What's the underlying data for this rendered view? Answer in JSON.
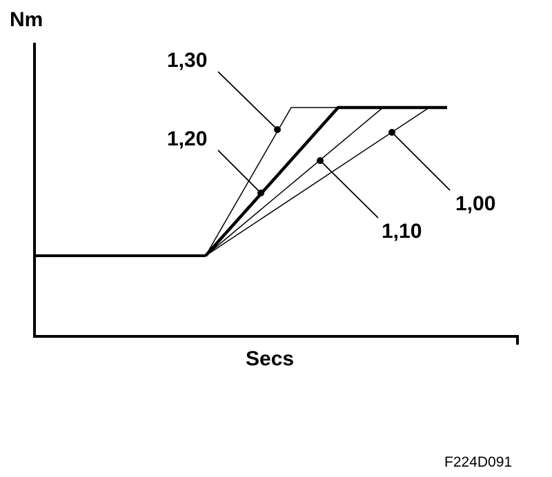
{
  "diagram": {
    "y_axis_label": "Nm",
    "x_axis_label": "Secs",
    "figure_code": "F224D091",
    "curves": [
      {
        "label": "1,30"
      },
      {
        "label": "1,20"
      },
      {
        "label": "1,10"
      },
      {
        "label": "1,00"
      }
    ],
    "colors": {
      "ink": "#000000",
      "background": "#ffffff"
    }
  }
}
